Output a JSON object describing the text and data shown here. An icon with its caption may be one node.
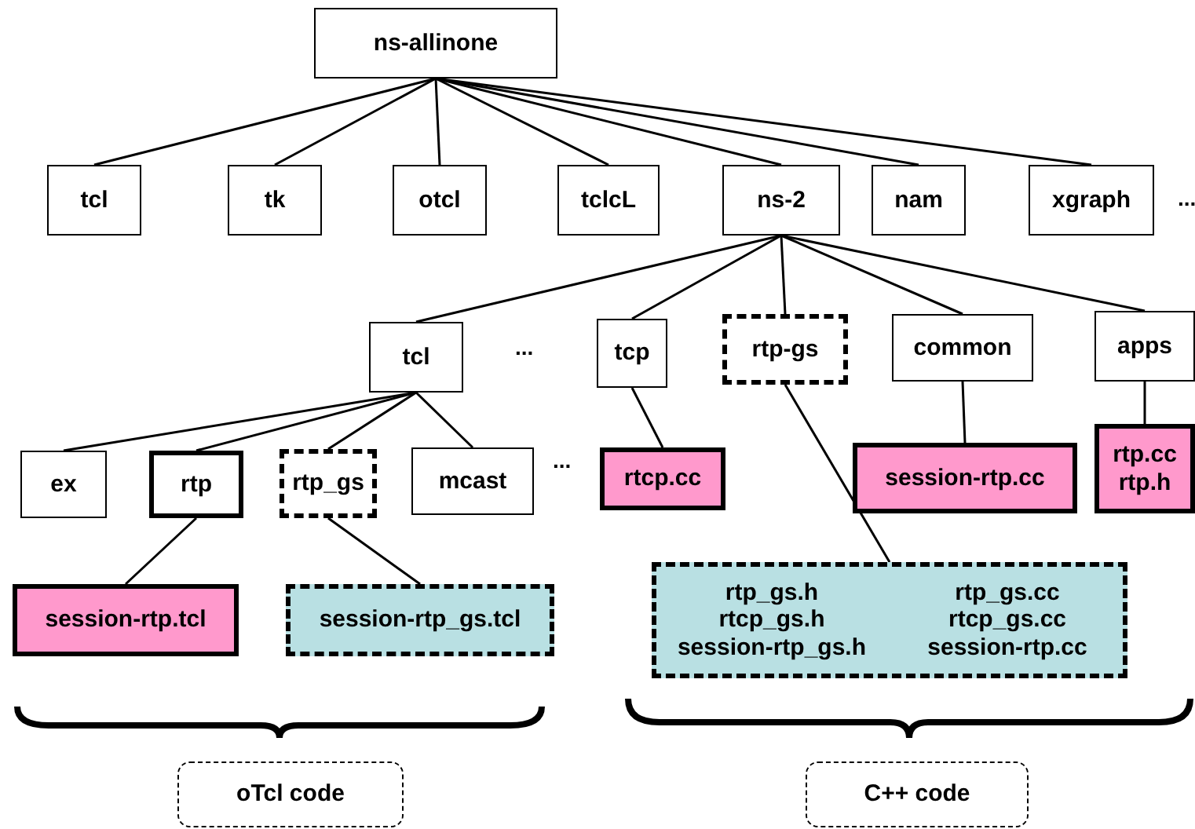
{
  "diagram": {
    "nodes": [
      {
        "text": [
          "ns-allinone"
        ]
      },
      {
        "text": [
          "tcl"
        ]
      },
      {
        "text": [
          "tk"
        ]
      },
      {
        "text": [
          "otcl"
        ]
      },
      {
        "text": [
          "tclcL"
        ]
      },
      {
        "text": [
          "ns-2"
        ]
      },
      {
        "text": [
          "nam"
        ]
      },
      {
        "text": [
          "xgraph"
        ]
      },
      {
        "text": [
          "tcl"
        ]
      },
      {
        "text": [
          "tcp"
        ]
      },
      {
        "text": [
          "rtp-gs"
        ]
      },
      {
        "text": [
          "common"
        ]
      },
      {
        "text": [
          "apps"
        ]
      },
      {
        "text": [
          "ex"
        ]
      },
      {
        "text": [
          "rtp"
        ]
      },
      {
        "text": [
          "rtp_gs"
        ]
      },
      {
        "text": [
          "mcast"
        ]
      },
      {
        "text": [
          "rtcp.cc"
        ]
      },
      {
        "text": [
          "session-rtp.cc"
        ]
      },
      {
        "text": [
          "rtp.cc",
          "rtp.h"
        ]
      },
      {
        "text": [
          "session-rtp.tcl"
        ]
      },
      {
        "text": [
          "session-rtp_gs.tcl"
        ]
      },
      {
        "text": [
          "rtp_gs.h",
          "rtp_gs.cc",
          "rtcp_gs.h",
          "rtcp_gs.cc",
          "session-rtp_gs.h",
          "session-rtp.cc"
        ]
      },
      {
        "text": [
          "oTcl code"
        ]
      },
      {
        "text": [
          "C++ code"
        ]
      }
    ],
    "edges": [
      {
        "from": 0,
        "to": 1,
        "arrow": "none"
      },
      {
        "from": 0,
        "to": 2,
        "arrow": "none"
      },
      {
        "from": 0,
        "to": 3,
        "arrow": "none"
      },
      {
        "from": 0,
        "to": 4,
        "arrow": "none"
      },
      {
        "from": 0,
        "to": 5,
        "arrow": "none"
      },
      {
        "from": 0,
        "to": 6,
        "arrow": "none"
      },
      {
        "from": 0,
        "to": 7,
        "arrow": "none"
      },
      {
        "from": 5,
        "to": 8,
        "arrow": "none"
      },
      {
        "from": 5,
        "to": 9,
        "arrow": "none"
      },
      {
        "from": 5,
        "to": 10,
        "arrow": "none"
      },
      {
        "from": 5,
        "to": 11,
        "arrow": "none"
      },
      {
        "from": 5,
        "to": 12,
        "arrow": "none"
      },
      {
        "from": 8,
        "to": 13,
        "arrow": "none"
      },
      {
        "from": 8,
        "to": 14,
        "arrow": "none"
      },
      {
        "from": 8,
        "to": 15,
        "arrow": "none"
      },
      {
        "from": 8,
        "to": 16,
        "arrow": "none"
      },
      {
        "from": 9,
        "to": 17,
        "arrow": "none"
      },
      {
        "from": 11,
        "to": 18,
        "arrow": "none"
      },
      {
        "from": 12,
        "to": 19,
        "arrow": "none"
      },
      {
        "from": 14,
        "to": 20,
        "arrow": "none"
      },
      {
        "from": 15,
        "to": 21,
        "arrow": "none"
      },
      {
        "from": 10,
        "to": 22,
        "arrow": "none"
      }
    ],
    "labels": [
      "...",
      "...",
      "..."
    ]
  }
}
